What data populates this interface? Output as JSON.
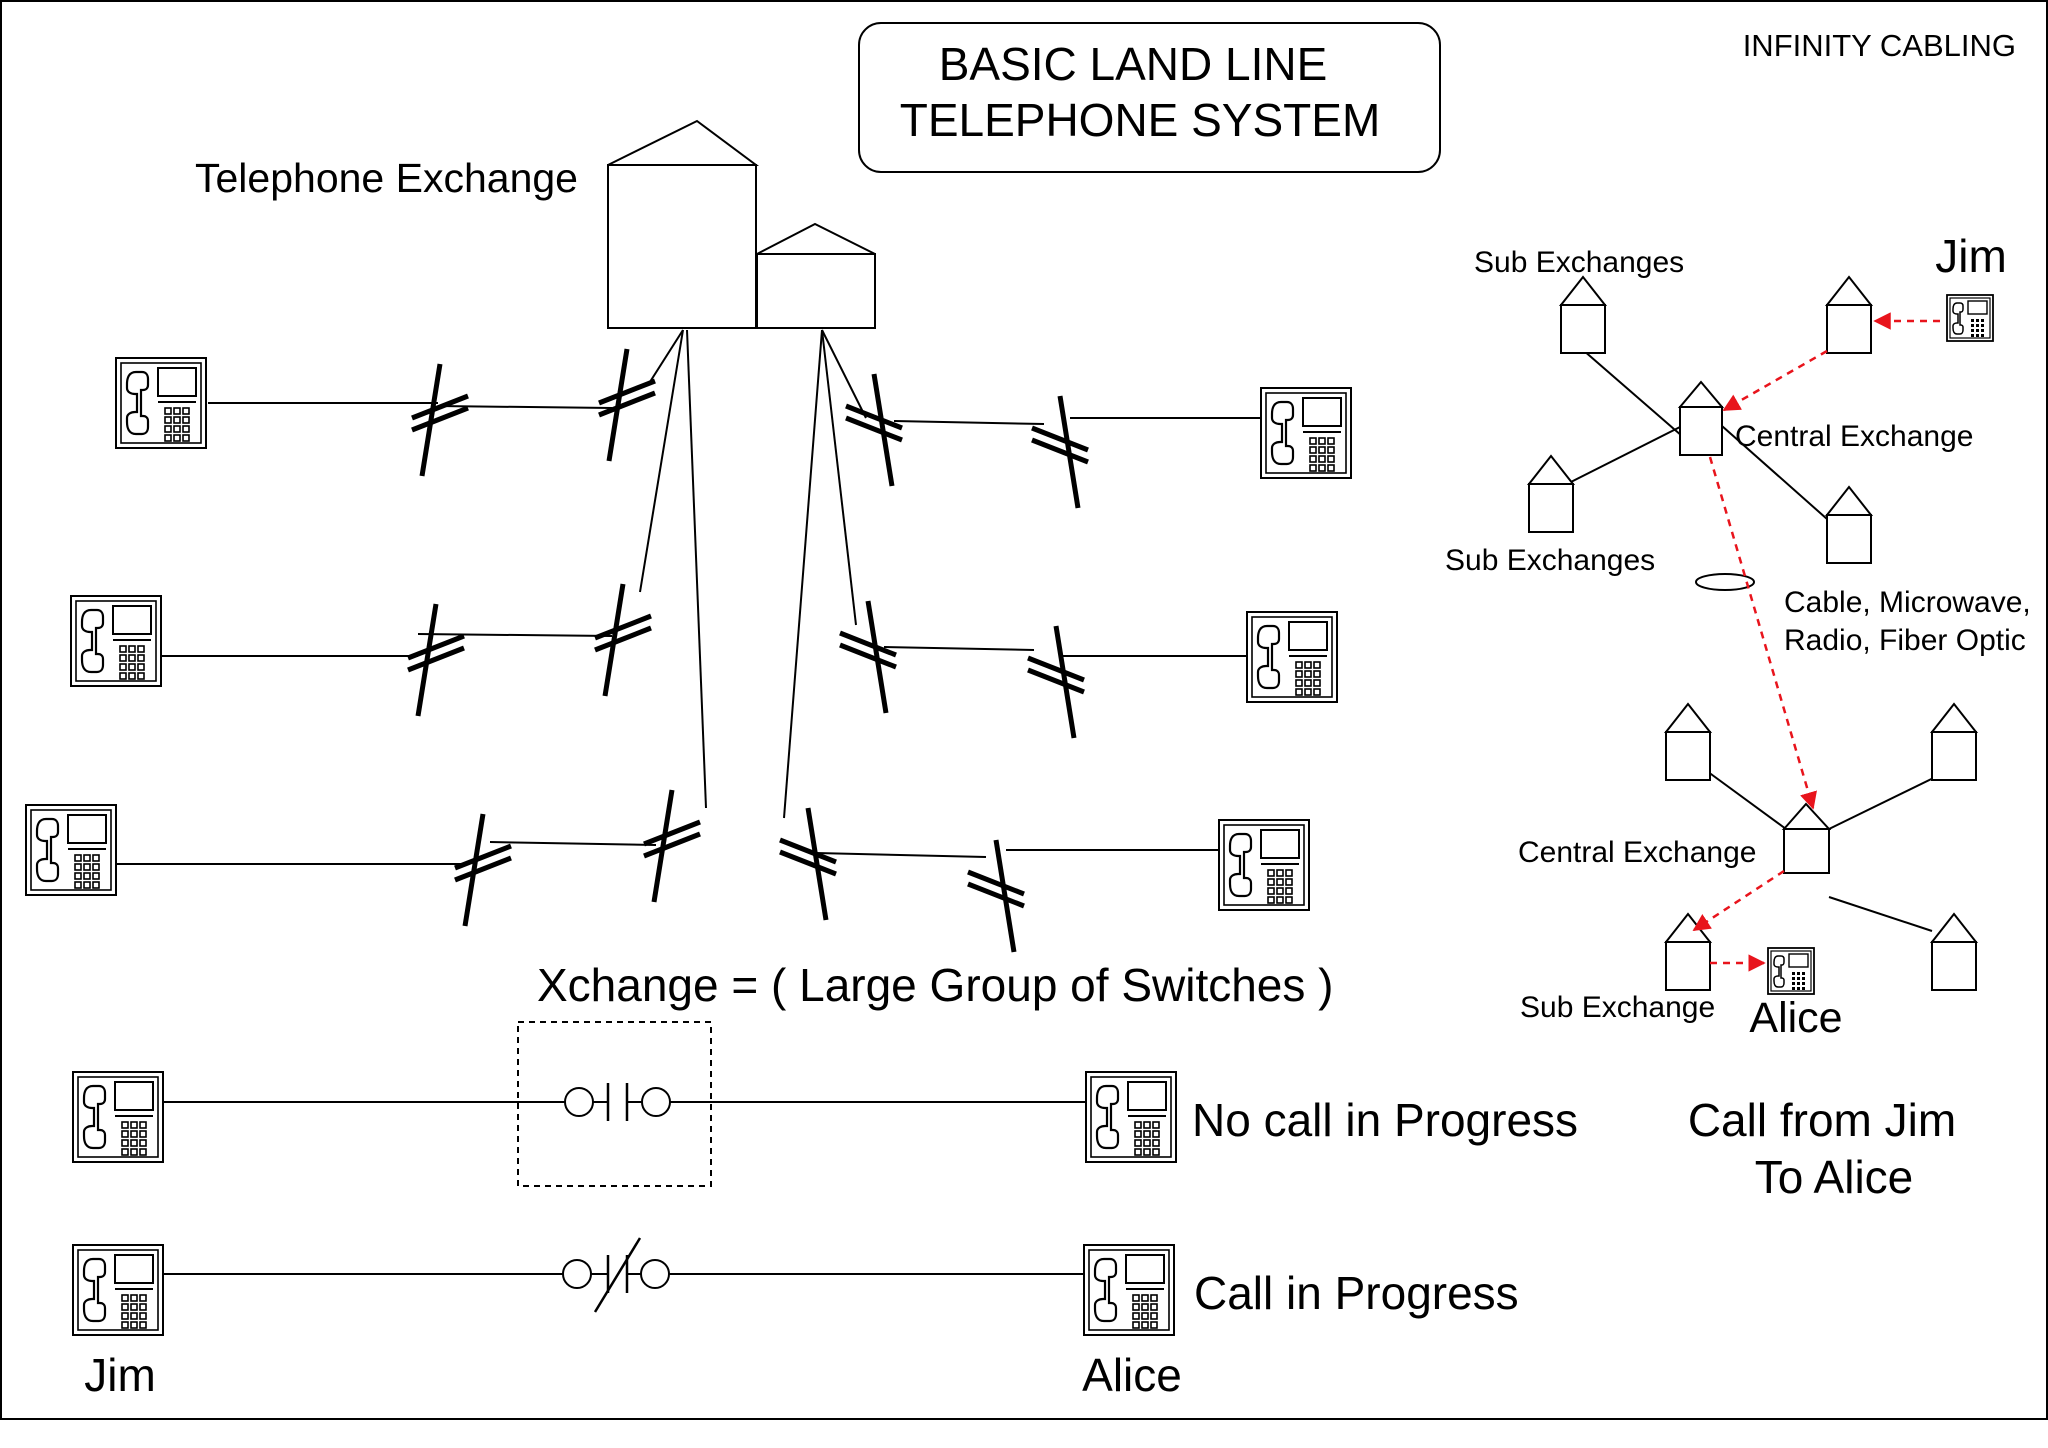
{
  "title": {
    "line1": "BASIC LAND LINE",
    "line2": "TELEPHONE SYSTEM"
  },
  "brand": "INFINITY CABLING",
  "exchange_label": "Telephone Exchange",
  "xchange_definition": "Xchange = ( Large Group of Switches )",
  "states": {
    "no_call": "No call in Progress",
    "call": "Call in Progress"
  },
  "parties": {
    "caller": "Jim",
    "callee": "Alice"
  },
  "network": {
    "sub_exchanges_top": "Sub Exchanges",
    "sub_exchanges_left": "Sub Exchanges",
    "central_exchange_top": "Central Exchange",
    "central_exchange_bottom": "Central Exchange",
    "sub_exchange_bottom": "Sub Exchange",
    "link_media_line1": "Cable, Microwave,",
    "link_media_line2": "Radio, Fiber Optic",
    "caller": "Jim",
    "callee": "Alice",
    "caption_line1": "Call from Jim",
    "caption_line2": "To Alice"
  },
  "colors": {
    "line": "#000000",
    "call_path": "#e8141c"
  },
  "icons": [
    "telephone-icon",
    "exchange-building-icon",
    "utility-pole-icon",
    "switch-open-icon",
    "switch-closed-icon",
    "sub-exchange-house-icon",
    "arrowhead-icon"
  ]
}
